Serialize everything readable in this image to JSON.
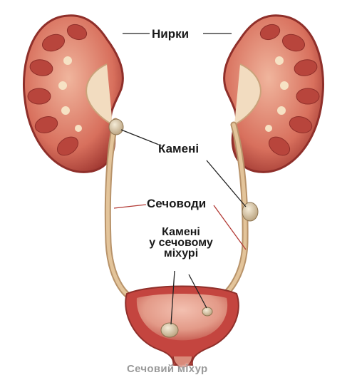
{
  "labels": {
    "kidneys": "Нирки",
    "stones": "Камені",
    "ureters": "Сечоводи",
    "bladder_stones_line1": "Камені",
    "bladder_stones_line2": "у сечовому",
    "bladder_stones_line3": "міхурі",
    "bladder": "Сечовий міхур"
  },
  "colors": {
    "kidney_outer": "#c9524a",
    "kidney_cortex": "#e7a48d",
    "kidney_pyramid": "#a83a35",
    "kidney_pelvis": "#f2dcc0",
    "ureter": "#d9b48a",
    "bladder_wall": "#c4453f",
    "bladder_inner": "#e9a89a",
    "stone": "#d8c8a8",
    "callout_black": "#222222",
    "callout_red": "#b23a35"
  }
}
